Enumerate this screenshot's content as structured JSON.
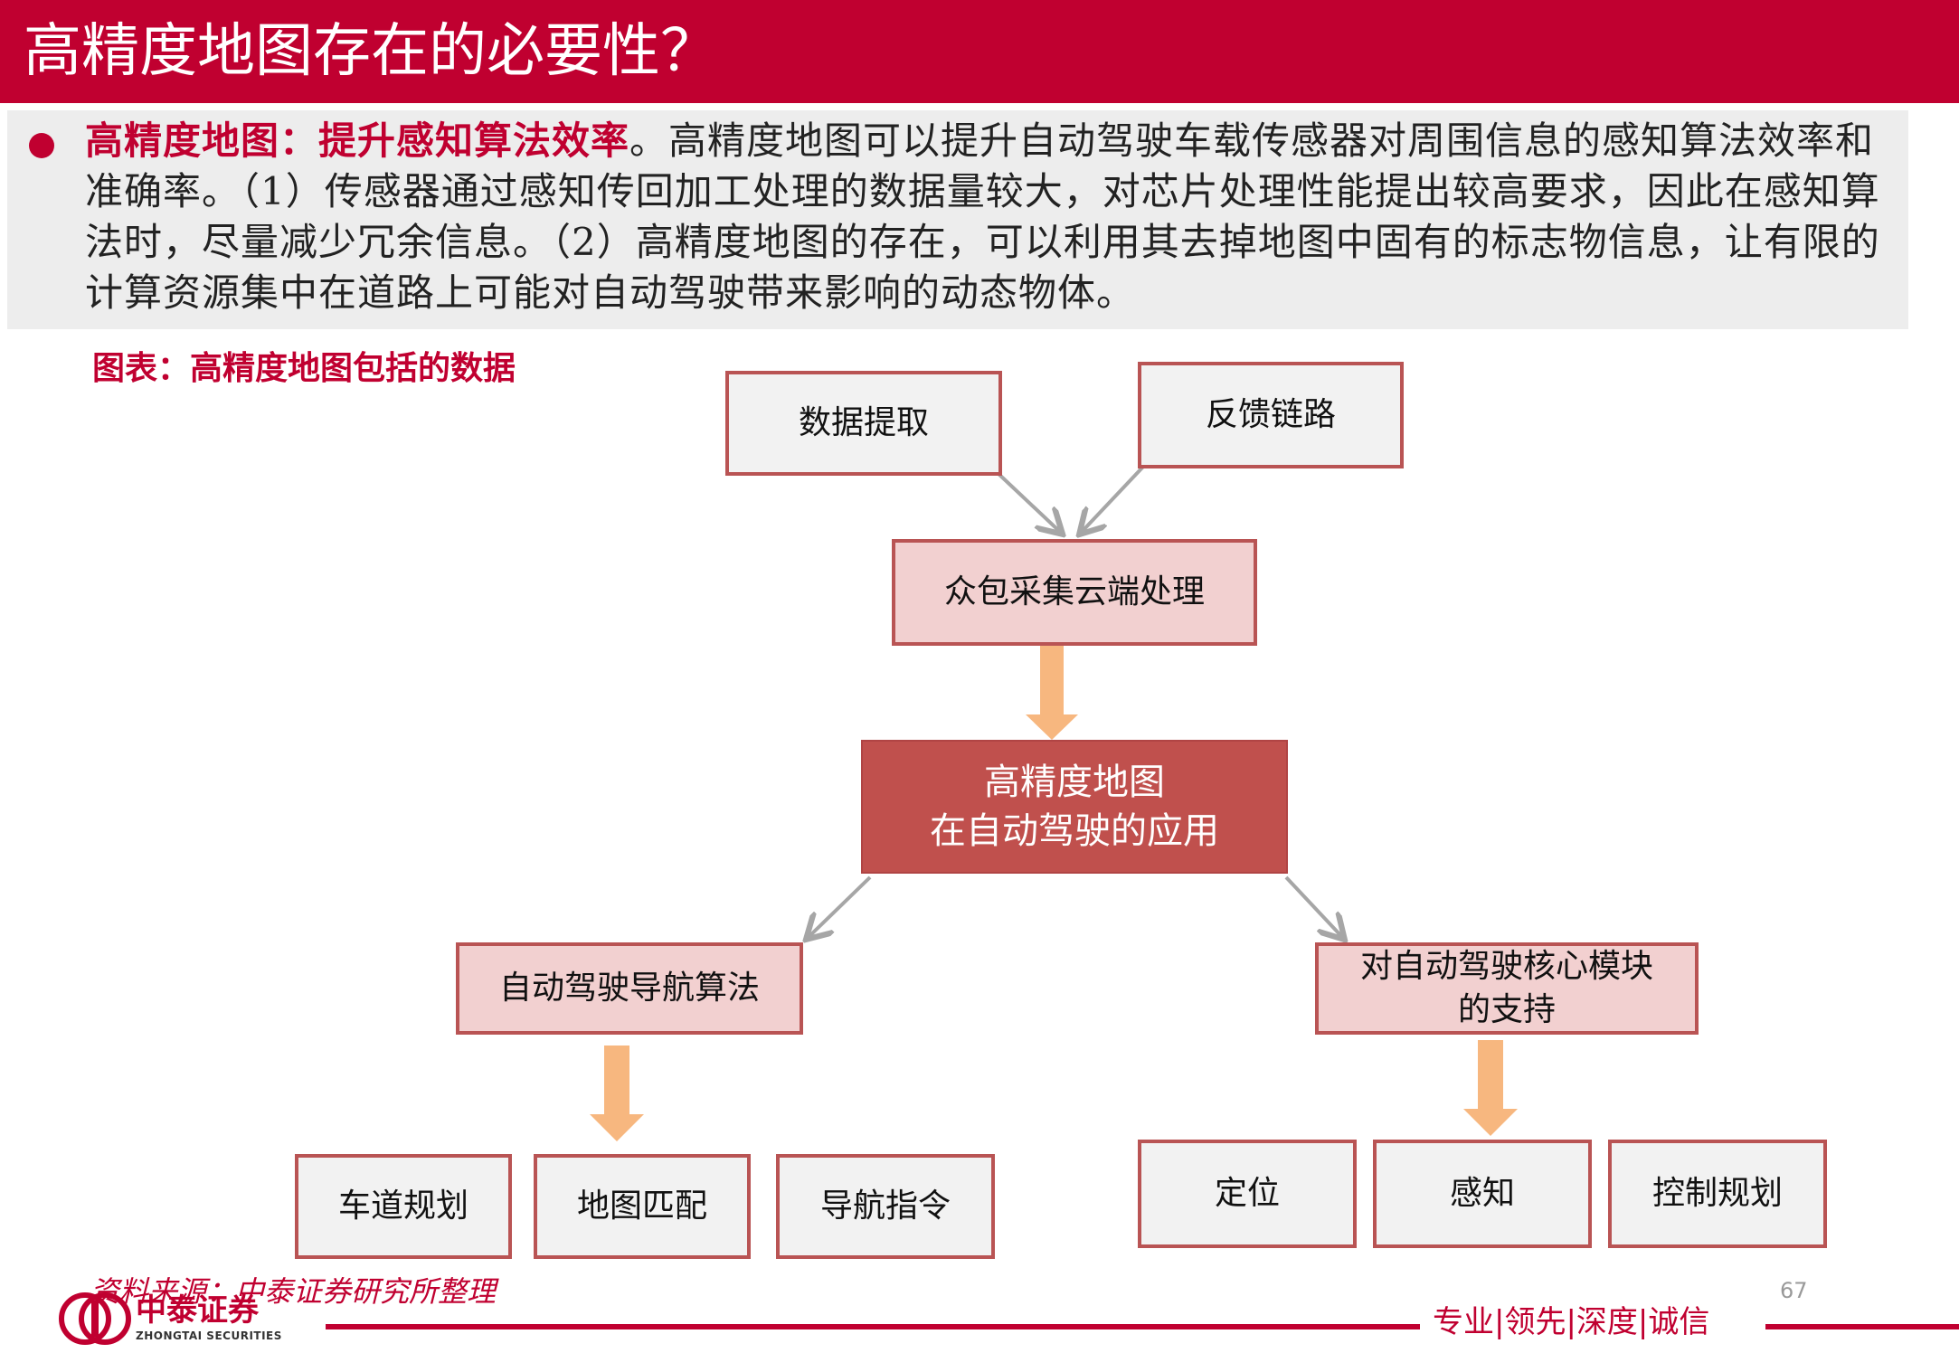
{
  "header": {
    "title": "高精度地图存在的必要性？"
  },
  "intro": {
    "lead": "高精度地图：提升感知算法效率",
    "body": "。高精度地图可以提升自动驾驶车载传感器对周围信息的感知算法效率和准确率。（1）传感器通过感知传回加工处理的数据量较大，对芯片处理性能提出较高要求，因此在感知算法时，尽量减少冗余信息。（2）高精度地图的存在，可以利用其去掉地图中固有的标志物信息，让有限的计算资源集中在道路上可能对自动驾驶带来影响的动态物体。"
  },
  "figure": {
    "label": "图表：高精度地图包括的数据",
    "nodes": {
      "data_extract": "数据提取",
      "feedback": "反馈链路",
      "crowdsource": "众包采集云端处理",
      "center_line1": "高精度地图",
      "center_line2": "在自动驾驶的应用",
      "nav_algo": "自动驾驶导航算法",
      "core_line1": "对自动驾驶核心模块",
      "core_line2": "的支持",
      "lane_plan": "车道规划",
      "map_match": "地图匹配",
      "nav_cmd": "导航指令",
      "positioning": "定位",
      "perception": "感知",
      "control_plan": "控制规划"
    },
    "colors": {
      "box_border": "#b95454",
      "gray_fill": "#f2f2f2",
      "pink_fill": "#f2d0d0",
      "center_fill": "#c0504d",
      "gray_arrow": "#a6a6a6",
      "orange_arrow": "#f7b77f"
    }
  },
  "footer": {
    "source": "资料来源：中泰证券研究所整理",
    "page_number": "67",
    "logo_name": "中泰证券",
    "logo_en": "ZHONGTAI SECURITIES",
    "slogan": "专业|领先|深度|诚信"
  },
  "theme": {
    "brand_red": "#c00030",
    "intro_bg": "#ededed"
  }
}
